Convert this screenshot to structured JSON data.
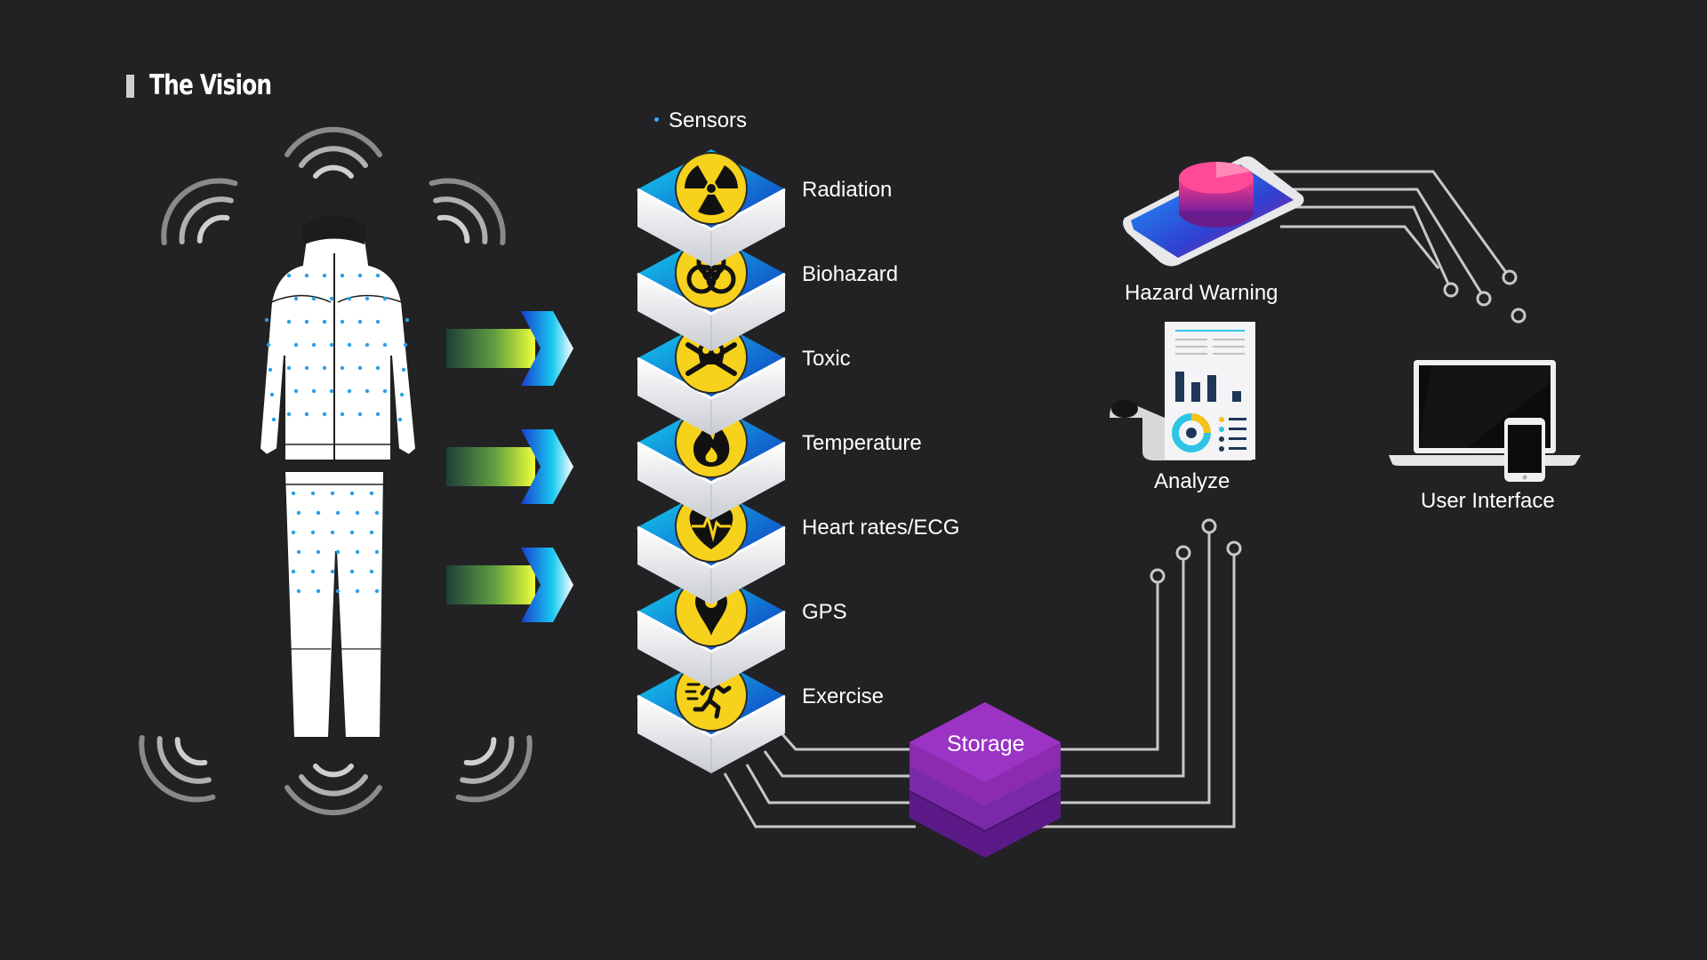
{
  "title": "The Vision",
  "sensors": {
    "heading": "Sensors",
    "items": [
      {
        "label": "Radiation",
        "icon": "radiation-icon"
      },
      {
        "label": "Biohazard",
        "icon": "biohazard-icon"
      },
      {
        "label": "Toxic",
        "icon": "skull-crossbones-icon"
      },
      {
        "label": "Temperature",
        "icon": "flame-icon"
      },
      {
        "label": "Heart rates/ECG",
        "icon": "heart-ecg-icon"
      },
      {
        "label": "GPS",
        "icon": "location-pin-icon"
      },
      {
        "label": "Exercise",
        "icon": "running-person-icon"
      }
    ]
  },
  "storage": {
    "label": "Storage"
  },
  "outputs": {
    "hazard_warning": "Hazard Warning",
    "analyze": "Analyze",
    "user_interface": "User Interface"
  },
  "colors": {
    "background": "#222224",
    "sensor_gradient_start": "#12d8f0",
    "sensor_gradient_end": "#1234c0",
    "icon_circle": "#f7d21c",
    "storage": "#8a2bb0",
    "arrow_glow": "#e8ff3a"
  }
}
